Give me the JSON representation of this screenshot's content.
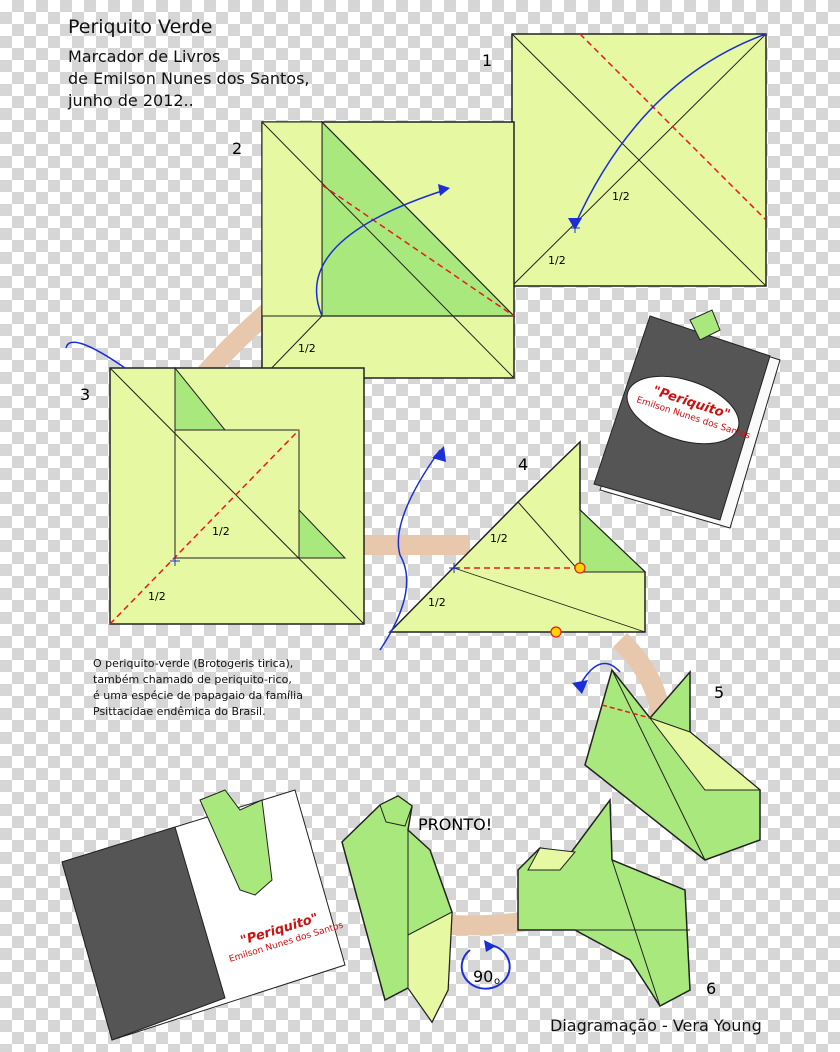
{
  "header": {
    "title": "Periquito Verde",
    "subtitle_lines": [
      "Marcador de Livros",
      "de Emilson Nunes dos Santos,",
      "junho de 2012.."
    ]
  },
  "steps": [
    {
      "number": "1",
      "fraction_label": "1/2",
      "fraction_label_2": "1/2"
    },
    {
      "number": "2",
      "fraction_label": "1/2"
    },
    {
      "number": "3",
      "fraction_label": "1/2",
      "fraction_label_2": "1/2"
    },
    {
      "number": "4",
      "fraction_label": "1/2",
      "fraction_label_2": "1/2"
    },
    {
      "number": "5"
    },
    {
      "number": "6"
    }
  ],
  "final_label": "PRONTO!",
  "rotation_label": "90",
  "rotation_sub": "o",
  "description_lines": [
    "O periquito-verde (Brotogeris tirica),",
    "também chamado de periquito-rico,",
    " é uma espécie de papagaio da família",
    "Psittacidae endêmica do Brasil."
  ],
  "book": {
    "title": "\"Periquito\"",
    "author": "Emilson Nunes dos Santos"
  },
  "credit": "Diagramação - Vera Young",
  "colors": {
    "paper_light": "#e6f8a2",
    "paper_green": "#a8e87c",
    "guide_red": "#e51c1c",
    "arrow_blue": "#1a2fd6",
    "circle_path": "#e8c8ad",
    "marker_yellow": "#ffd200"
  }
}
